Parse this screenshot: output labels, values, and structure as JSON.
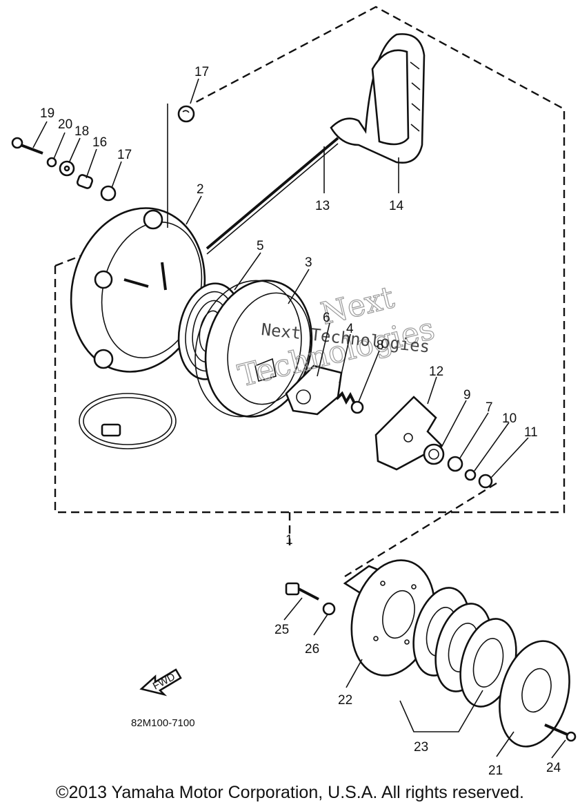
{
  "diagram": {
    "part_code": "82M100-7100",
    "fwd_label": "FWD",
    "watermark": {
      "line1": "Next",
      "line2": "Technologies",
      "overlay": "Next Technologies"
    },
    "callouts": [
      {
        "id": "19",
        "label": "19"
      },
      {
        "id": "20",
        "label": "20"
      },
      {
        "id": "18",
        "label": "18"
      },
      {
        "id": "16",
        "label": "16"
      },
      {
        "id": "17a",
        "label": "17"
      },
      {
        "id": "17b",
        "label": "17"
      },
      {
        "id": "2",
        "label": "2"
      },
      {
        "id": "13",
        "label": "13"
      },
      {
        "id": "14",
        "label": "14"
      },
      {
        "id": "5",
        "label": "5"
      },
      {
        "id": "3",
        "label": "3"
      },
      {
        "id": "6",
        "label": "6"
      },
      {
        "id": "4",
        "label": "4"
      },
      {
        "id": "8",
        "label": "8"
      },
      {
        "id": "12",
        "label": "12"
      },
      {
        "id": "9",
        "label": "9"
      },
      {
        "id": "7",
        "label": "7"
      },
      {
        "id": "10",
        "label": "10"
      },
      {
        "id": "11",
        "label": "11"
      },
      {
        "id": "1",
        "label": "1"
      },
      {
        "id": "25",
        "label": "25"
      },
      {
        "id": "26",
        "label": "26"
      },
      {
        "id": "22",
        "label": "22"
      },
      {
        "id": "23",
        "label": "23"
      },
      {
        "id": "21",
        "label": "21"
      },
      {
        "id": "24",
        "label": "24"
      }
    ]
  },
  "footer": {
    "copyright": "©2013 Yamaha Motor Corporation, U.S.A. All rights reserved."
  }
}
